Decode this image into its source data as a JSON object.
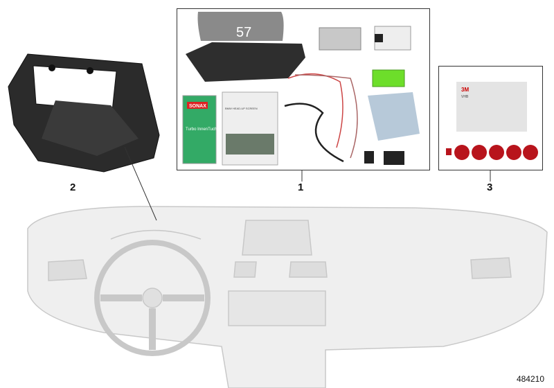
{
  "diagram": {
    "callouts": [
      {
        "number": "1"
      },
      {
        "number": "2"
      },
      {
        "number": "3"
      }
    ],
    "reference_number": "484210",
    "photo_text": {
      "hud_speed": "57",
      "manual_title": "BMW HEAD-UP SCREEN",
      "cleaner_brand": "SONAX",
      "cleaner_product": "Turbo InnenTuch",
      "sachet_brand": "3M",
      "sachet_product": "VHB"
    },
    "colors": {
      "line": "#333333",
      "dashboard": "#d6d6d6",
      "adhesive_dots": "#b8141c"
    }
  }
}
